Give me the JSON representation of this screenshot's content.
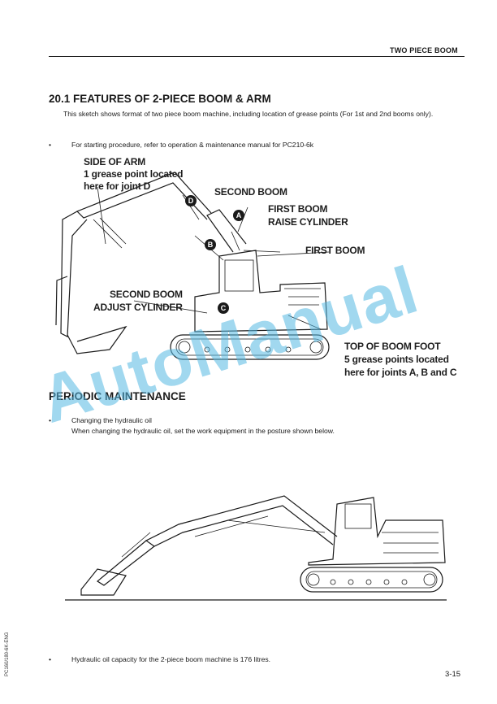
{
  "header": {
    "title": "TWO PIECE BOOM"
  },
  "section": {
    "title": "20.1 FEATURES OF 2-PIECE BOOM & ARM",
    "intro": "This sketch shows format of two piece boom machine, including location of grease points (For 1st and 2nd booms only).",
    "bullet1": "For starting procedure, refer to operation & maintenance manual for PC210-6k"
  },
  "figure1": {
    "labels": {
      "side_of_arm_1": "SIDE OF ARM",
      "side_of_arm_2": "1 grease point located",
      "side_of_arm_3": "here for joint D",
      "second_boom": "SECOND BOOM",
      "first_boom_raise_1": "FIRST BOOM",
      "first_boom_raise_2": "RAISE CYLINDER",
      "first_boom": "FIRST BOOM",
      "second_boom_adjust_1": "SECOND BOOM",
      "second_boom_adjust_2": "ADJUST CYLINDER",
      "top_of_boom_1": "TOP OF BOOM FOOT",
      "top_of_boom_2": "5 grease points located",
      "top_of_boom_3": "here for joints A, B and C"
    },
    "markers": {
      "a": "A",
      "b": "B",
      "c": "C",
      "d": "D"
    }
  },
  "periodic": {
    "title": "PERIODIC MAINTENANCE",
    "bullet2": "Changing the hydraulic oil",
    "bullet2_sub": "When changing the hydraulic oil, set the work equipment in the posture shown below.",
    "bullet3": "Hydraulic oil capacity for the 2-piece boom machine is 176 litres."
  },
  "bullet_char": "•",
  "page_number": "3-15",
  "side_code": "PC160/180-6K-ENG",
  "watermark": "AutoManual"
}
